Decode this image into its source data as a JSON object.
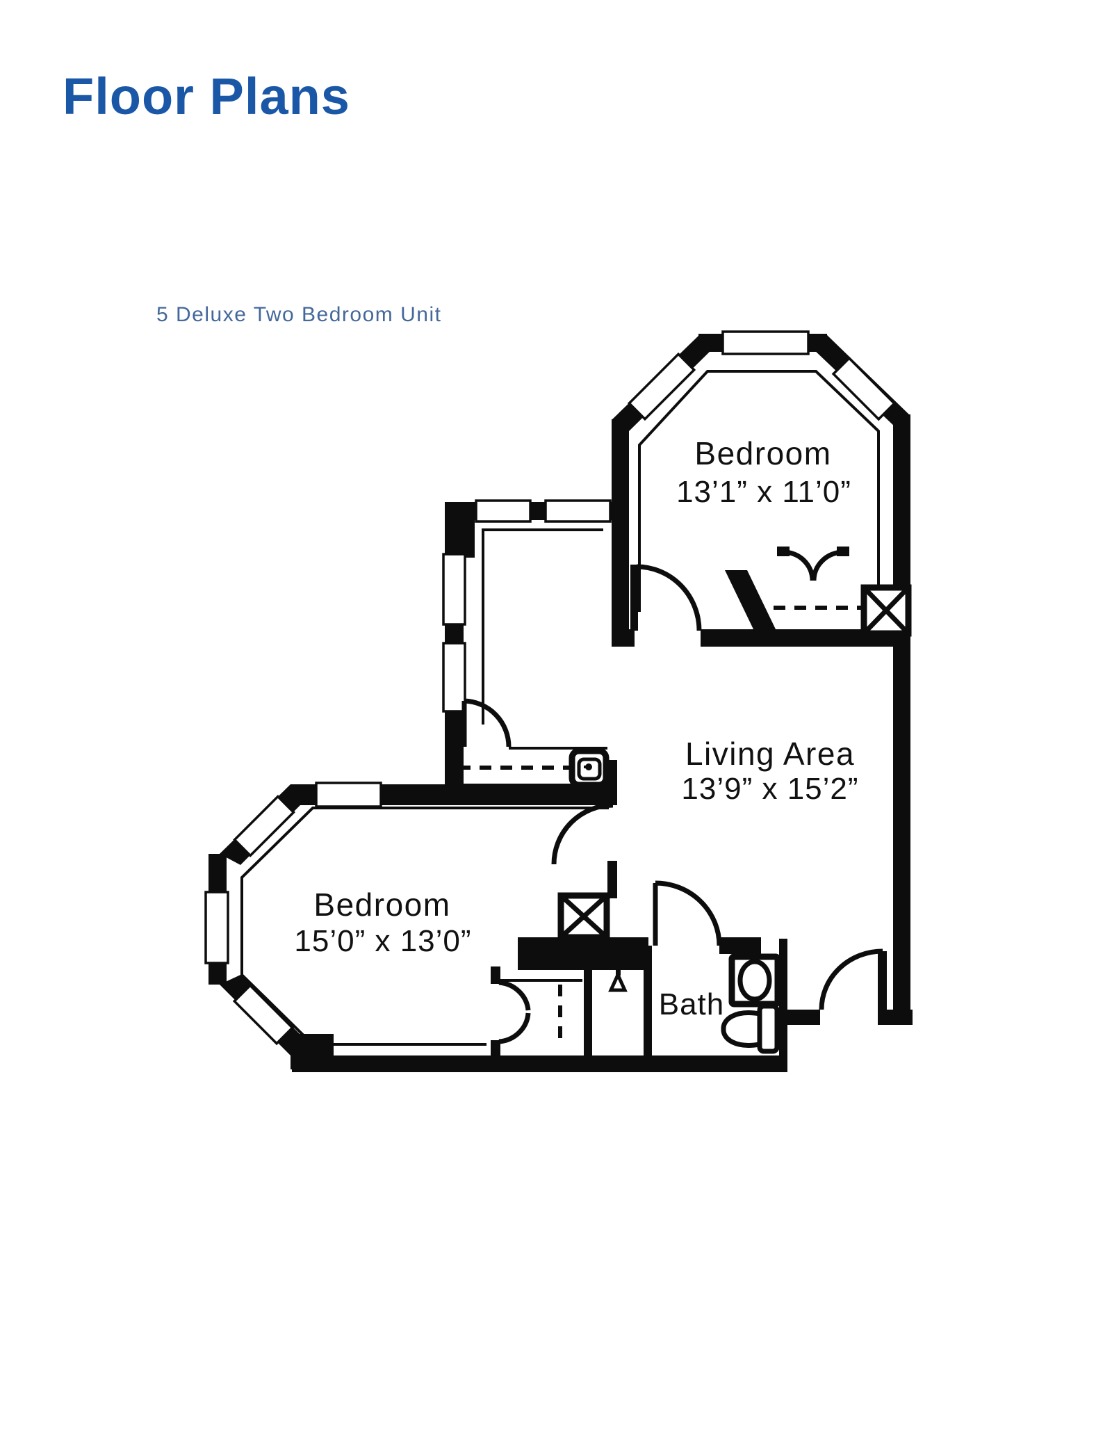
{
  "header": {
    "title": "Floor Plans"
  },
  "plan": {
    "caption": "5 Deluxe Two Bedroom Unit",
    "rooms": [
      {
        "name": "Bedroom",
        "dims": "13’1” x 11’0”"
      },
      {
        "name": "Living Area",
        "dims": "13’9” x 15’2”"
      },
      {
        "name": "Bedroom",
        "dims": "15’0” x 13’0”"
      },
      {
        "name": "Bath",
        "dims": ""
      }
    ],
    "icons": [
      "kitchen-sink-icon",
      "bathroom-sink-icon",
      "toilet-icon",
      "shower-head-icon",
      "closet-bifold-doors-icon",
      "closet-rod-dashed-icon",
      "shaft-x-box-icon",
      "door-swing-arc-icon"
    ],
    "colors": {
      "title": "#1a57a6",
      "caption": "#44689a",
      "ink": "#0d0d0d",
      "background": "#ffffff"
    }
  }
}
